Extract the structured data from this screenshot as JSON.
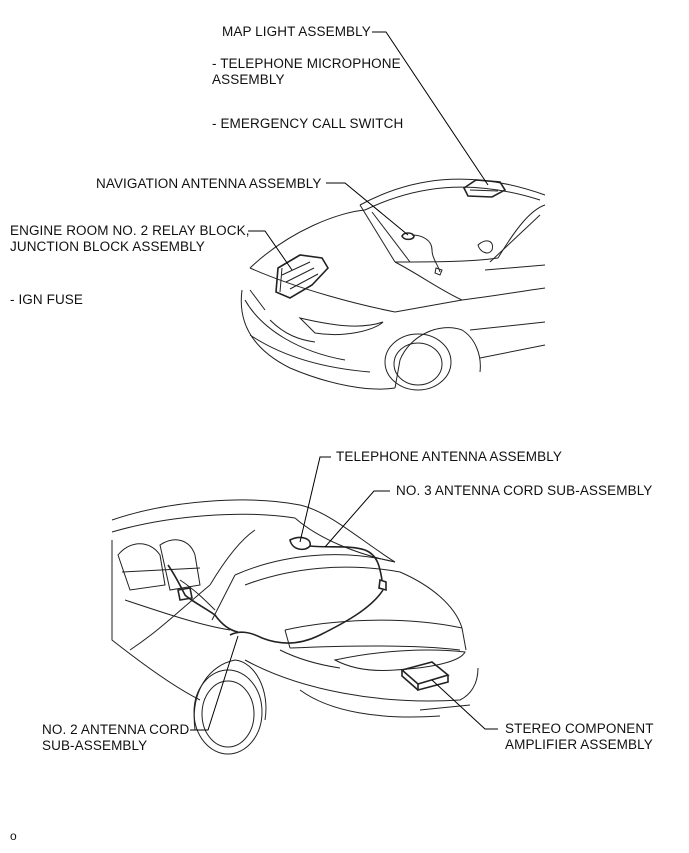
{
  "top_diagram": {
    "map_light": "MAP LIGHT ASSEMBLY",
    "telephone_microphone_line1": "- TELEPHONE MICROPHONE",
    "telephone_microphone_line2": "ASSEMBLY",
    "emergency_call": "- EMERGENCY CALL SWITCH",
    "navigation_antenna": "NAVIGATION ANTENNA ASSEMBLY",
    "engine_room_line1": "ENGINE ROOM NO. 2 RELAY BLOCK,",
    "engine_room_line2": "JUNCTION BLOCK ASSEMBLY",
    "ign_fuse": "- IGN FUSE"
  },
  "bottom_diagram": {
    "telephone_antenna": "TELEPHONE ANTENNA ASSEMBLY",
    "no3_antenna_cord": "NO. 3 ANTENNA CORD SUB-ASSEMBLY",
    "no2_antenna_cord_line1": "NO. 2 ANTENNA CORD",
    "no2_antenna_cord_line2": "SUB-ASSEMBLY",
    "stereo_amp_line1": "STEREO COMPONENT",
    "stereo_amp_line2": "AMPLIFIER ASSEMBLY"
  },
  "figure_code": "o"
}
